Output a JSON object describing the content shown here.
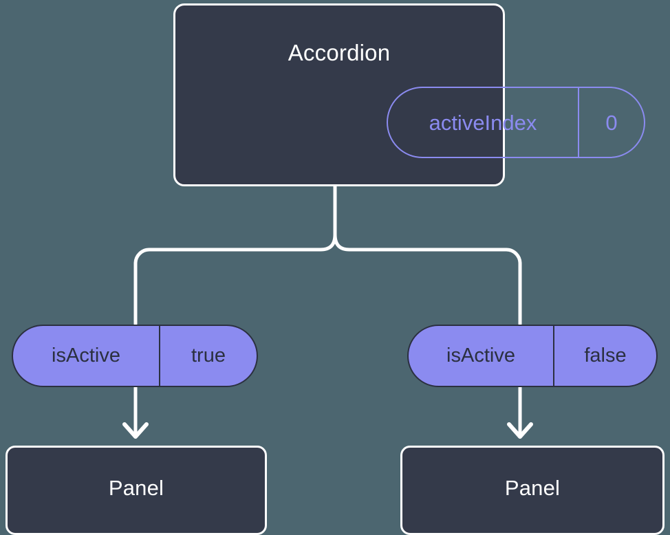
{
  "diagram": {
    "type": "component-state-tree",
    "background_color": "#4c6670",
    "node_fill_color": "#343a4a",
    "node_border_color": "#ffffff",
    "accent_color": "#8b8bf0",
    "pill_text_color": "#2b3040",
    "connector_color": "#ffffff"
  },
  "root": {
    "title": "Accordion",
    "state_pill": {
      "key": "activeIndex",
      "value": "0",
      "style": "outline"
    }
  },
  "branches": [
    {
      "prop_pill": {
        "key": "isActive",
        "value": "true",
        "style": "filled"
      },
      "child": {
        "title": "Panel"
      }
    },
    {
      "prop_pill": {
        "key": "isActive",
        "value": "false",
        "style": "filled"
      },
      "child": {
        "title": "Panel"
      }
    }
  ]
}
